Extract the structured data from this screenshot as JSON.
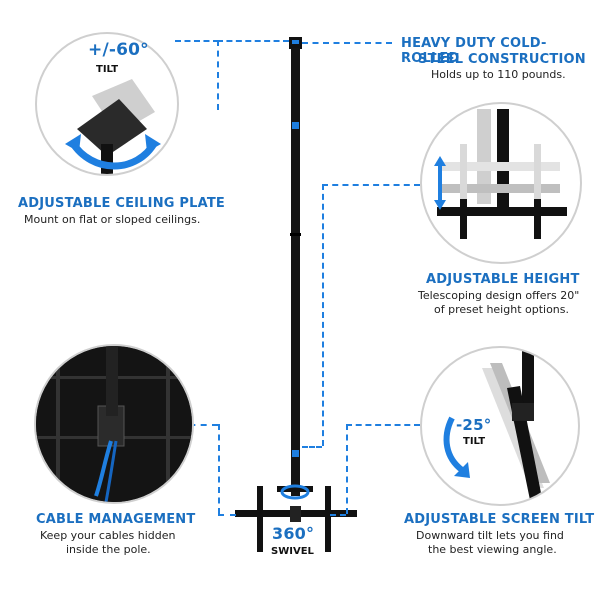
{
  "features": {
    "tilt_top": {
      "value": "+/-60°",
      "label": "TILT"
    },
    "ceiling_plate": {
      "title": "ADJUSTABLE CEILING PLATE",
      "desc": "Mount on flat or sloped ceilings."
    },
    "steel": {
      "title_line1": "HEAVY DUTY COLD-ROLLED",
      "title_line2": "STEEL CONSTRUCTION",
      "desc": "Holds up to 110 pounds."
    },
    "height": {
      "title": "ADJUSTABLE HEIGHT",
      "desc_line1": "Telescoping design offers 20\"",
      "desc_line2": "of preset height options."
    },
    "cable": {
      "title": "CABLE MANAGEMENT",
      "desc_line1": "Keep your cables hidden",
      "desc_line2": "inside the pole."
    },
    "screen_tilt": {
      "title": "ADJUSTABLE SCREEN TILT",
      "desc_line1": "Downward tilt lets you find",
      "desc_line2": "the best viewing angle.",
      "value": "-25°",
      "label": "TILT"
    },
    "swivel": {
      "value": "360°",
      "label": "SWIVEL"
    }
  },
  "colors": {
    "accent": "#1b6fc0",
    "dash": "#1f7fe0",
    "pole": "#111111"
  }
}
